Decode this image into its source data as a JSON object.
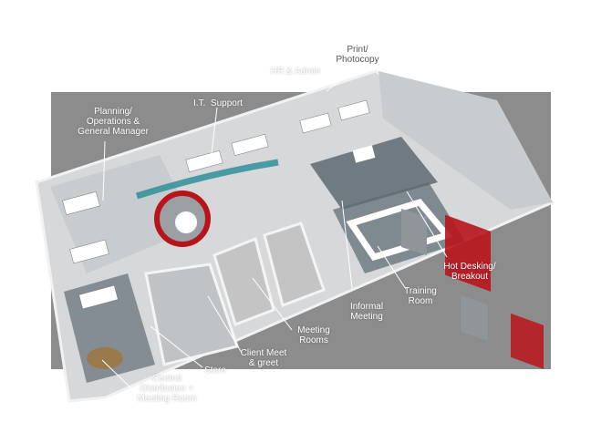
{
  "labels": {
    "print": "Print/\nPhotocopy",
    "hr": "HR & Admin",
    "planning": "Planning/\nOperations &\nGeneral Manager",
    "it": "I.T.  Support",
    "hot_desk": "Hot Desking/\nBreakout",
    "training": "Training\nRoom",
    "informal": "Informal\nMeeting",
    "meeting_rooms": "Meeting\nRooms",
    "client": "Client Meet\n& greet",
    "store": "Store",
    "central": "Central\nDistribution +\nMeeting Room"
  },
  "colors": {
    "background": "#8c8c8c",
    "floor": "#d9dbdc",
    "walls": "#f4f4f4",
    "accent_red": "#b8141b",
    "accent_teal": "#2f8f9a",
    "carpet": "#6f7b82"
  }
}
